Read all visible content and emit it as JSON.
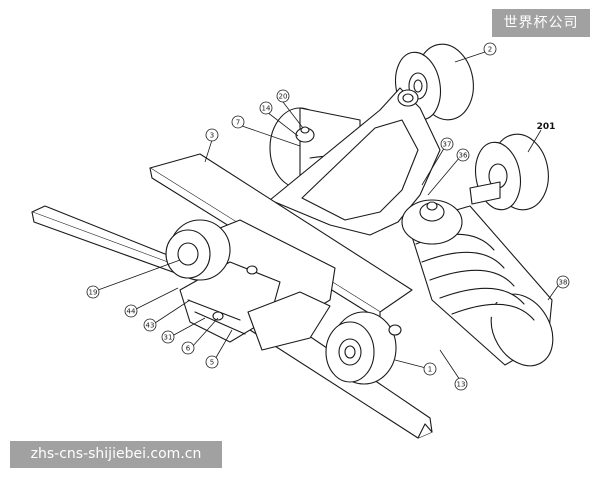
{
  "watermarks": {
    "top_right": "世界杯公司",
    "bottom_left": "zhs-cns-shijiebei.com.cn"
  },
  "callouts": [
    {
      "id": "2",
      "label": "2"
    },
    {
      "id": "20",
      "label": "20"
    },
    {
      "id": "14",
      "label": "14"
    },
    {
      "id": "7",
      "label": "7"
    },
    {
      "id": "3",
      "label": "3"
    },
    {
      "id": "37",
      "label": "37"
    },
    {
      "id": "36",
      "label": "36"
    },
    {
      "id": "201",
      "label": "201"
    },
    {
      "id": "38",
      "label": "38"
    },
    {
      "id": "19",
      "label": "19"
    },
    {
      "id": "44",
      "label": "44"
    },
    {
      "id": "43",
      "label": "43"
    },
    {
      "id": "31",
      "label": "31"
    },
    {
      "id": "6",
      "label": "6"
    },
    {
      "id": "5",
      "label": "5"
    },
    {
      "id": "1",
      "label": "1"
    },
    {
      "id": "13",
      "label": "13"
    }
  ],
  "colors": {
    "line": "#1a1a1a",
    "fill": "#ffffff",
    "watermark_bg": "#8c8c8c"
  }
}
